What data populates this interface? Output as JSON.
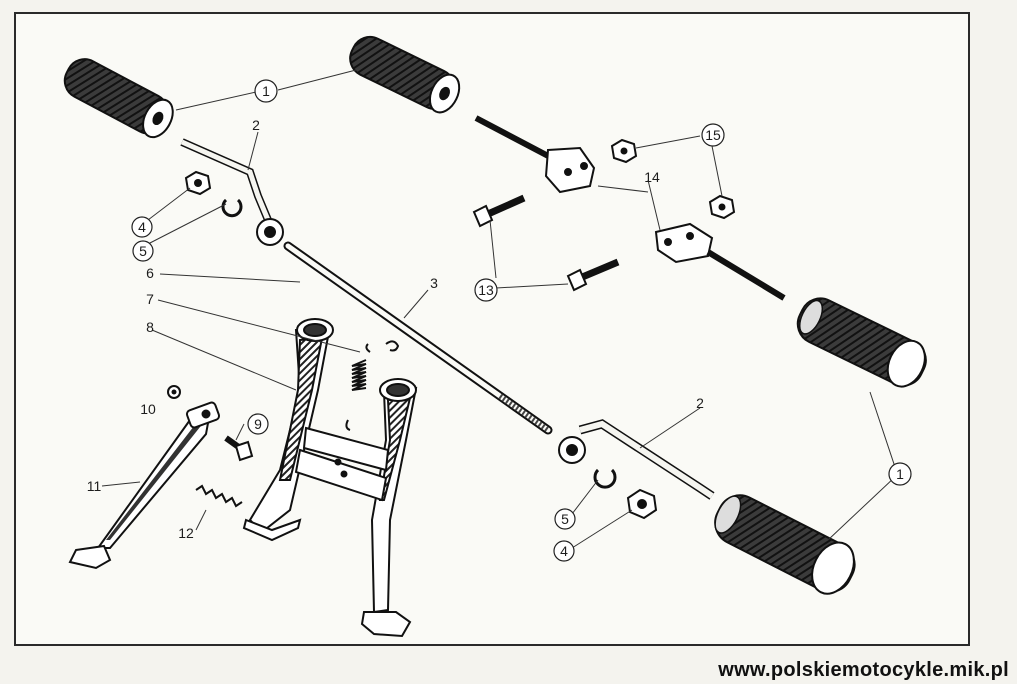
{
  "diagram": {
    "callouts": {
      "c1a": "1",
      "c1b": "1",
      "c2a": "2",
      "c2b": "2",
      "c3": "3",
      "c4a": "4",
      "c4b": "4",
      "c5a": "5",
      "c5b": "5",
      "c6": "6",
      "c7": "7",
      "c8": "8",
      "c9": "9",
      "c10": "10",
      "c11": "11",
      "c12": "12",
      "c13": "13",
      "c14": "14",
      "c15": "15"
    }
  },
  "footer": {
    "watermark": "www.polskiemotocykle.mik.pl"
  }
}
